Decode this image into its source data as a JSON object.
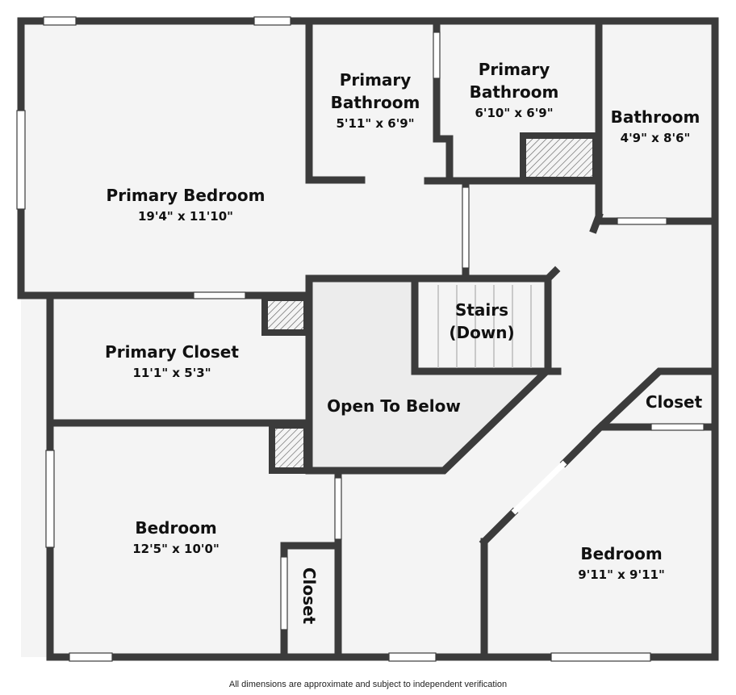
{
  "colors": {
    "wall": "#3b3b3b",
    "floor": "#f4f4f4",
    "open_area": "#ececec",
    "window": "#ffffff",
    "text": "#111111"
  },
  "rooms": {
    "primary_bedroom": {
      "name": "Primary Bedroom",
      "dims": "19'4\" x 11'10\""
    },
    "primary_bath_1": {
      "name_line1": "Primary",
      "name_line2": "Bathroom",
      "dims": "5'11\" x 6'9\""
    },
    "primary_bath_2": {
      "name_line1": "Primary",
      "name_line2": "Bathroom",
      "dims": "6'10\" x 6'9\""
    },
    "bathroom": {
      "name": "Bathroom",
      "dims": "4'9\" x 8'6\""
    },
    "stairs": {
      "name_line1": "Stairs",
      "name_line2": "(Down)"
    },
    "primary_closet": {
      "name": "Primary Closet",
      "dims": "11'1\" x 5'3\""
    },
    "open_to_below": {
      "name": "Open To Below"
    },
    "closet_right": {
      "name": "Closet"
    },
    "bedroom_left": {
      "name": "Bedroom",
      "dims": "12'5\" x 10'0\""
    },
    "closet_left": {
      "name": "Closet"
    },
    "bedroom_right": {
      "name": "Bedroom",
      "dims": "9'11\" x 9'11\""
    }
  },
  "disclaimer": "All dimensions are approximate and subject to independent verification"
}
